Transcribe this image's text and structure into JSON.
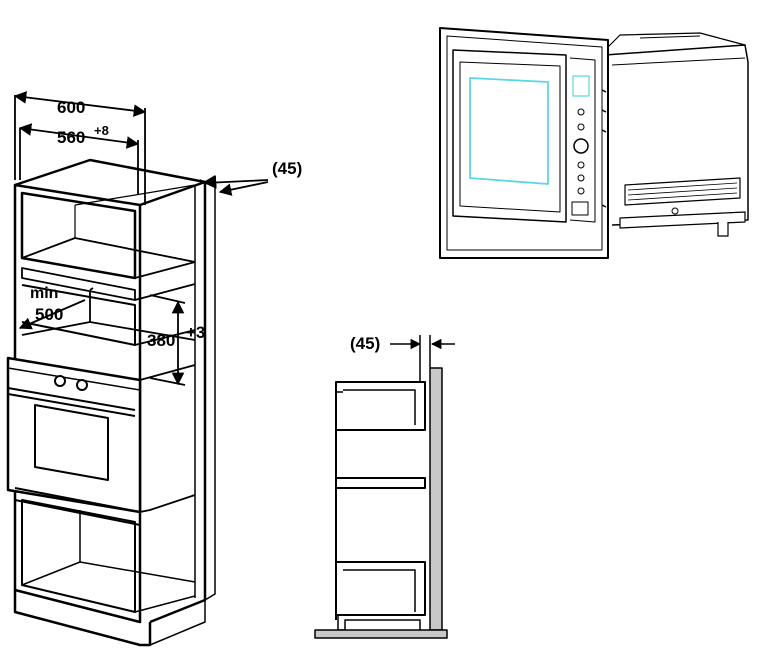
{
  "cabinet_dimensions": {
    "width_outer": "600",
    "width_inner": "560",
    "width_inner_tolerance": "+8",
    "rear_gap": "(45)",
    "depth_min_label": "min",
    "depth_min_value": "500",
    "niche_height": "380",
    "niche_height_tolerance": "+3"
  },
  "side_section": {
    "rear_gap": "(45)"
  },
  "colors": {
    "line": "#000000",
    "panel_fill": "#c8c8c8",
    "display": "#5ad6e6"
  }
}
